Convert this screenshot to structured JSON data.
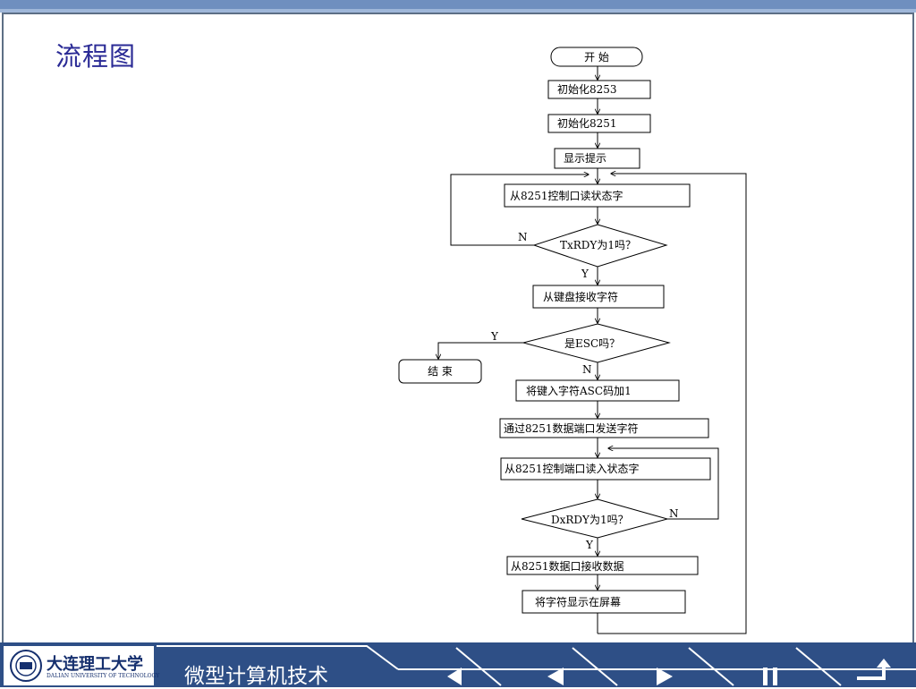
{
  "slide": {
    "title": "流程图"
  },
  "flow": {
    "start": "开 始",
    "init8253": "初始化8253",
    "init8251": "初始化8251",
    "show_prompt": "显示提示",
    "read_ctrl": "从8251控制口读状态字",
    "txrdy_q": "TxRDY为1吗？",
    "read_key": "从键盘接收字符",
    "esc_q": "是ESC吗？",
    "end": "结 束",
    "add_one": "将键入字符ASC码加1",
    "send_data": "通过8251数据端口发送字符",
    "read_ctrl2": "从8251控制端口读入状态字",
    "dxrdy_q": "DxRDY为1吗？",
    "recv_data": "从8251数据口接收数据",
    "display": "将字符显示在屏幕",
    "label_n1": "N",
    "label_y1": "Y",
    "label_y2": "Y",
    "label_n2": "N",
    "label_n3": "N",
    "label_y3": "Y"
  },
  "footer": {
    "logo_cn": "大连理工大学",
    "logo_en": "DALIAN UNIVERSITY OF TECHNOLOGY",
    "course": "微型计算机技术"
  },
  "colors": {
    "title": "#2a2a95",
    "footer": "#2e4f86",
    "frame": "#5d6f85"
  }
}
